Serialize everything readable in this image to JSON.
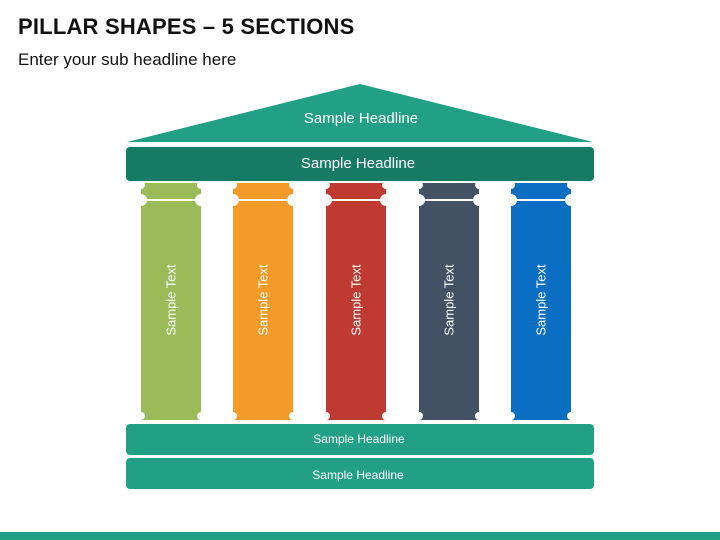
{
  "header": {
    "title": "PILLAR SHAPES – 5 SECTIONS",
    "subtitle": "Enter your sub headline here"
  },
  "diagram": {
    "roof": {
      "label": "Sample Headline",
      "color": "#21a085"
    },
    "beam": {
      "label": "Sample Headline",
      "color": "#177a65"
    },
    "pillars": [
      {
        "label": "Sample Text",
        "color": "#9bbb59"
      },
      {
        "label": "Sample Text",
        "color": "#f39a28"
      },
      {
        "label": "Sample Text",
        "color": "#bf3a31"
      },
      {
        "label": "Sample Text",
        "color": "#435165"
      },
      {
        "label": "Sample Text",
        "color": "#0a6fc2"
      }
    ],
    "base": [
      {
        "label": "Sample Headline",
        "color": "#21a085"
      },
      {
        "label": "Sample Headline",
        "color": "#21a085"
      }
    ]
  },
  "theme": {
    "accent": "#1fa084"
  }
}
